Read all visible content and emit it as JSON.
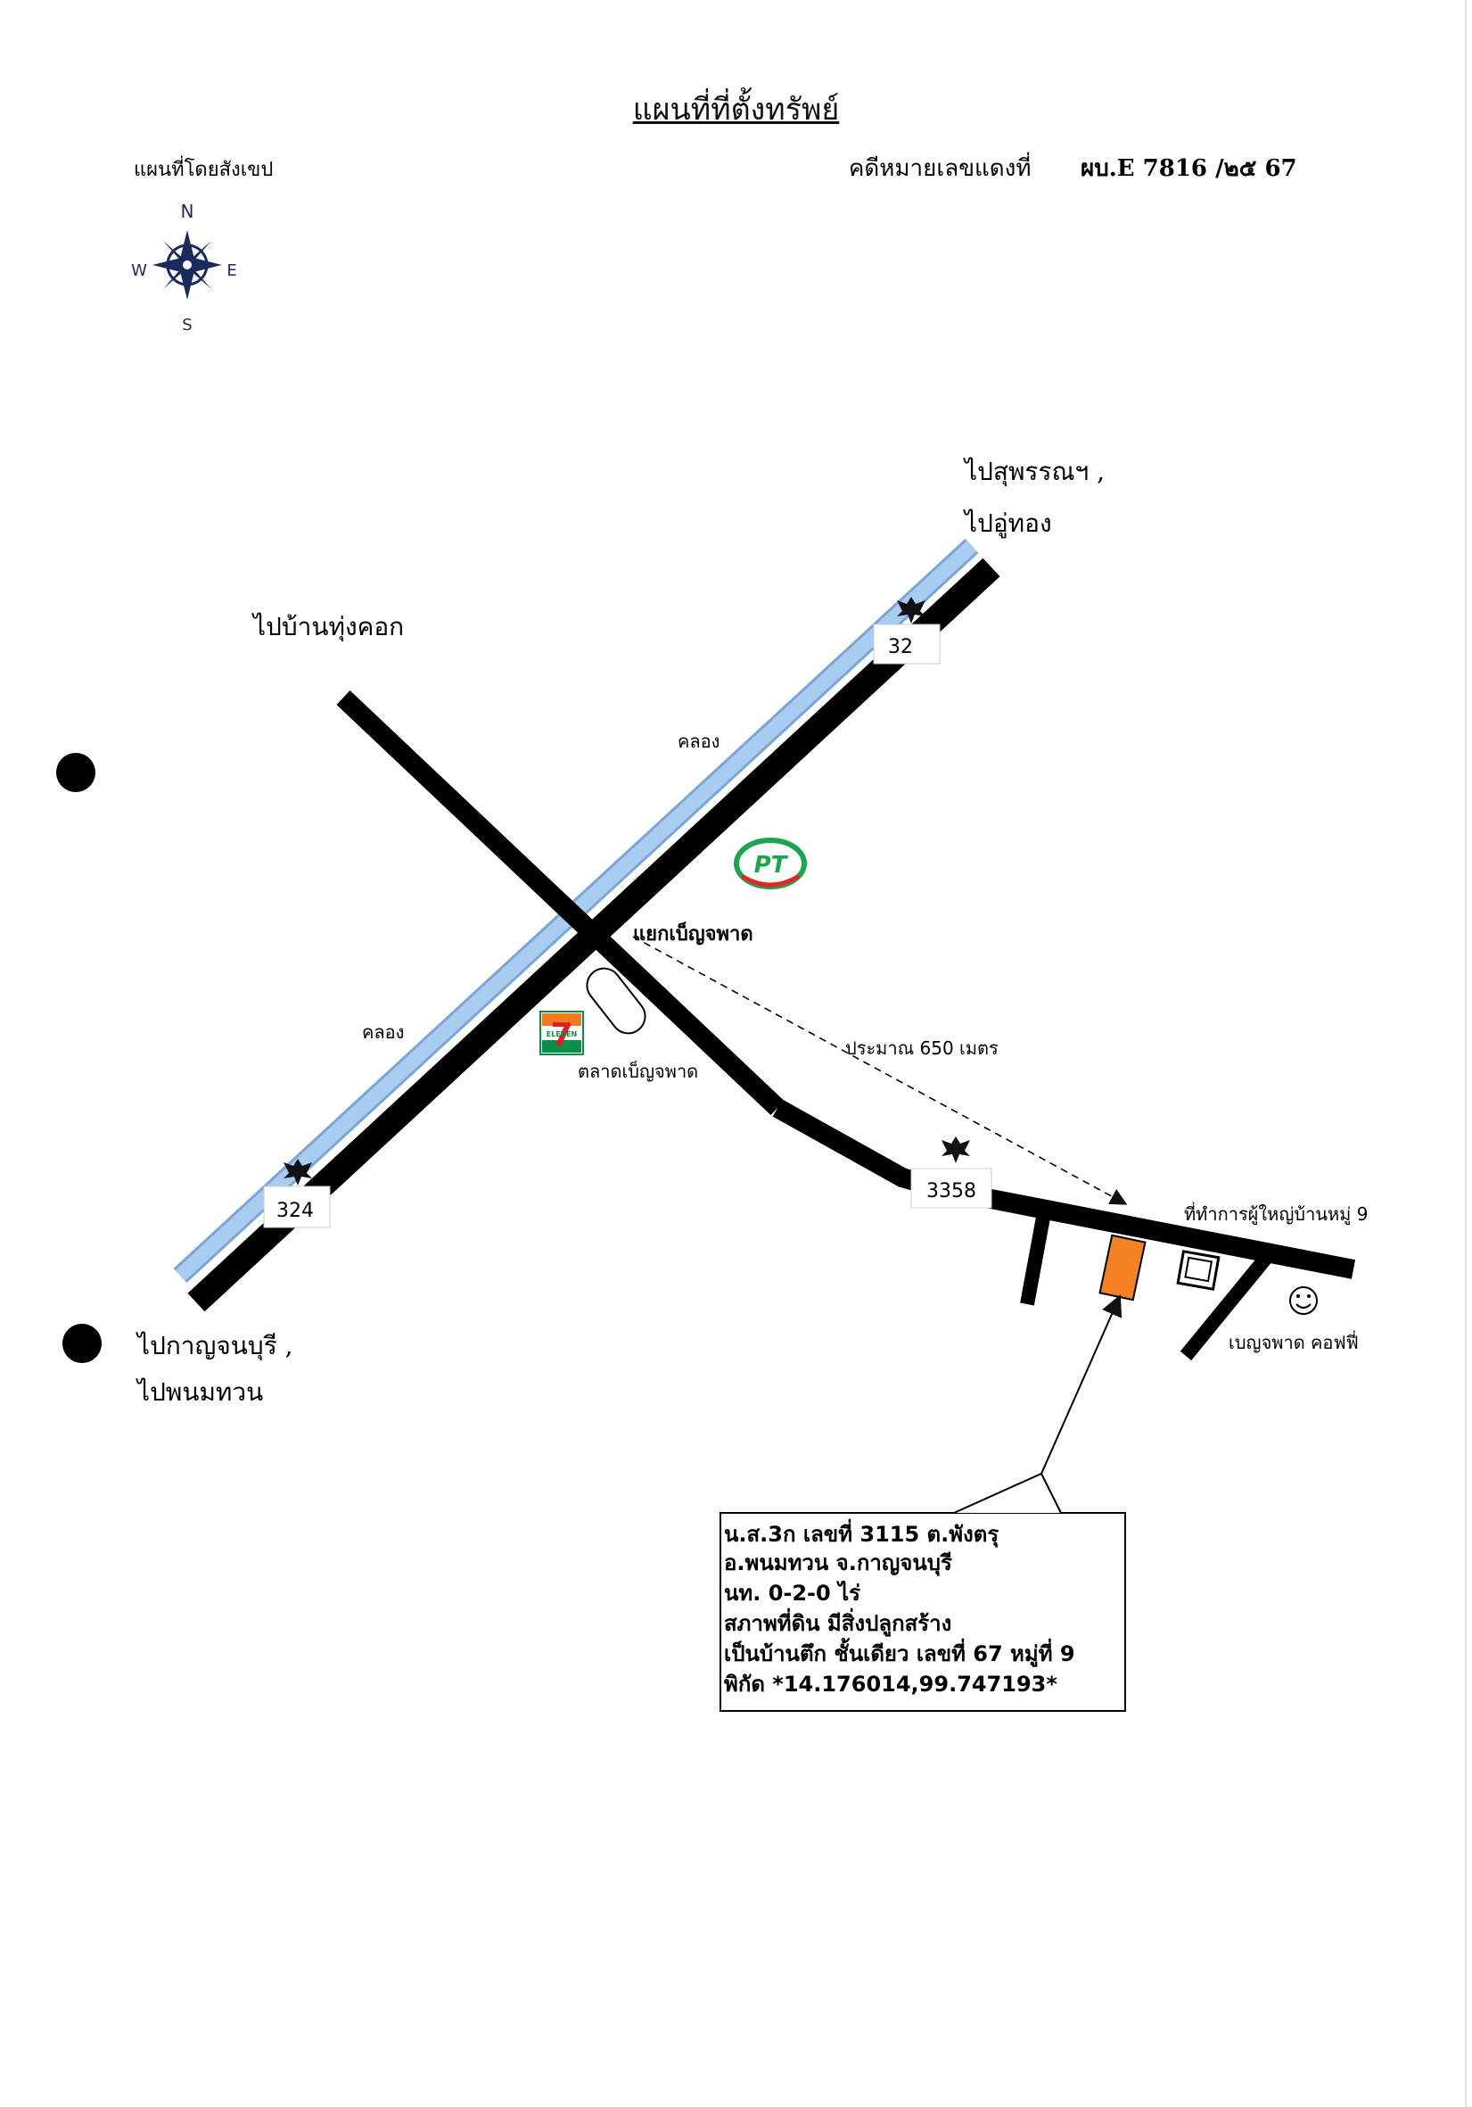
{
  "title": "แผนที่ที่ตั้งทรัพย์",
  "map_type": "แผนที่โดยสังเขป",
  "case_label": "คดีหมายเลขแดงที่",
  "case_number": "ผบ.E 7816 /๒๕ 67",
  "compass": {
    "n": "N",
    "e": "E",
    "s": "S",
    "w": "W"
  },
  "directions": {
    "suphan": "ไปสุพรรณฯ ,",
    "uthong": "ไปอู่ทอง",
    "thung_khok": "ไปบ้านทุ่งคอก",
    "kanchanaburi": "ไปกาญจนบุรี ,",
    "phanom_thuan": "ไปพนมทวน"
  },
  "road_labels": {
    "r32": "32",
    "r324": "324",
    "r3358": "3358"
  },
  "places": {
    "canal_1": "คลอง",
    "canal_2": "คลอง",
    "junction": "แยกเบ็ญจพาด",
    "market": "ตลาดเบ็ญจพาด",
    "distance": "ประมาณ 650 เมตร",
    "headman_office": "ที่ทำการผู้ใหญ่บ้านหมู่ 9",
    "coffee": "เบญจพาด คอฟฟี่"
  },
  "logos": {
    "pt": "PT",
    "seven_eleven": "7",
    "seven_eleven_word": "ELEVEN"
  },
  "property_info": [
    "น.ส.3ก เลขที่ 3115  ต.พังตรุ",
    "อ.พนมทวน  จ.กาญจนบุรี",
    "นท. 0-2-0 ไร่",
    "สภาพที่ดิน มีสิ่งปลูกสร้าง",
    "เป็นบ้านตึก ชั้นเดียว  เลขที่ 67  หมู่ที่ 9",
    "พิกัด *14.176014,99.747193*"
  ],
  "icons": {
    "compass": "compass-rose-icon",
    "garuda": "garuda-emblem-icon",
    "coffee": "smiley-icon",
    "pt": "pt-station-logo",
    "seven_eleven": "seven-eleven-logo"
  },
  "colors": {
    "road": "#000000",
    "canal": "#9bc3ec",
    "property": "#f58220",
    "pt_green": "#1aa64a",
    "pt_red": "#e0262a",
    "seven_green": "#0a8f4a",
    "seven_orange": "#f47a20",
    "seven_red": "#e31b23"
  }
}
